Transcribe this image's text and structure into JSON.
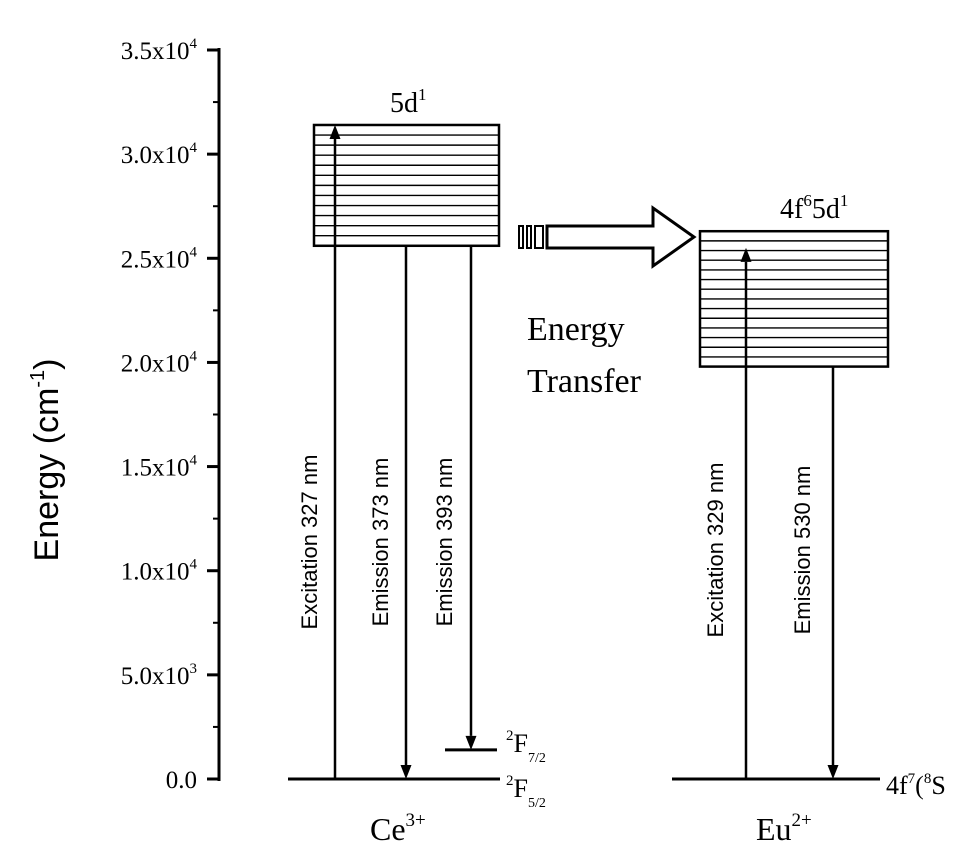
{
  "y_axis": {
    "label_main": "Energy (cm",
    "label_sup": "-1",
    "label_close": ")",
    "range": [
      0,
      35000
    ],
    "ticks": [
      {
        "value": 0,
        "mant": "0.0",
        "exp": ""
      },
      {
        "value": 5000,
        "mant": "5.0x10",
        "exp": "3"
      },
      {
        "value": 10000,
        "mant": "1.0x10",
        "exp": "4"
      },
      {
        "value": 15000,
        "mant": "1.5x10",
        "exp": "4"
      },
      {
        "value": 20000,
        "mant": "2.0x10",
        "exp": "4"
      },
      {
        "value": 25000,
        "mant": "2.5x10",
        "exp": "4"
      },
      {
        "value": 30000,
        "mant": "3.0x10",
        "exp": "4"
      },
      {
        "value": 35000,
        "mant": "3.5x10",
        "exp": "4"
      }
    ]
  },
  "ce": {
    "ion": "Ce",
    "ion_sup": "3+",
    "band_label": "5d",
    "band_label_sup": "1",
    "band_range": [
      25600,
      31400
    ],
    "ground_level": 0,
    "upper_level": 1400,
    "ground_term": {
      "sup": "2",
      "base": "F",
      "sub": "5/2"
    },
    "upper_term": {
      "sup": "2",
      "base": "F",
      "sub": "7/2"
    },
    "transitions": [
      {
        "label": "Excitation 327 nm",
        "from": 0,
        "to": 31400,
        "dir": "up"
      },
      {
        "label": "Emission 373 nm",
        "from": 25600,
        "to": 0,
        "dir": "down"
      },
      {
        "label": "Emission 393 nm",
        "from": 25600,
        "to": 1400,
        "dir": "down"
      }
    ]
  },
  "eu": {
    "ion": "Eu",
    "ion_sup": "2+",
    "band_label": "4f",
    "band_label_sup": "6",
    "band_label_tail": "5d",
    "band_label_tail_sup": "1",
    "band_range": [
      19800,
      26300
    ],
    "ground_level": 0,
    "ground_term": {
      "base": "4f",
      "sup": "7",
      "paren": "(",
      "sup2": "8",
      "tail": "S"
    },
    "transitions": [
      {
        "label": "Excitation 329 nm",
        "from": 0,
        "to": 25500,
        "dir": "up"
      },
      {
        "label": "Emission 530 nm",
        "from": 19800,
        "to": 0,
        "dir": "down"
      }
    ]
  },
  "transfer": {
    "line1": "Energy",
    "line2": "Transfer"
  }
}
